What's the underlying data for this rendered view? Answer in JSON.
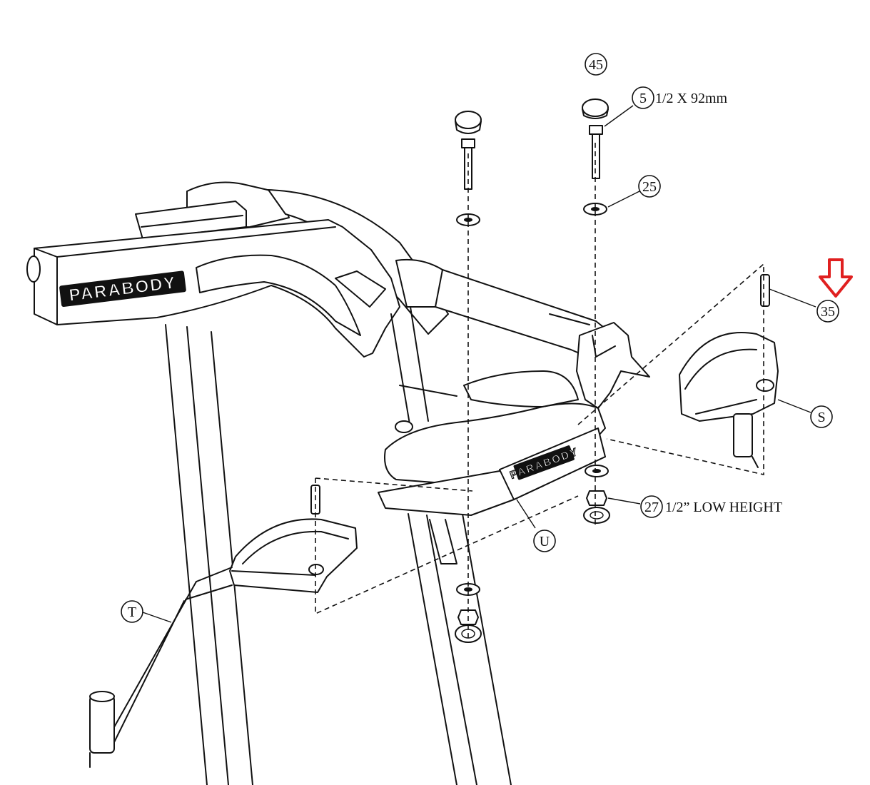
{
  "brand": {
    "main_label": "PARABODY",
    "plate_label": "PARABODY"
  },
  "parts": {
    "p45": "45",
    "p5": "5",
    "p25": "25",
    "p35": "35",
    "pS": "S",
    "p27": "27",
    "pU": "U",
    "pT": "T"
  },
  "notes": {
    "bolt_spec": "1/2 X 92mm",
    "nut_spec": "1/2” LOW HEIGHT"
  },
  "colors": {
    "line": "#111111",
    "highlight_arrow": "#e02020",
    "background": "#ffffff"
  }
}
